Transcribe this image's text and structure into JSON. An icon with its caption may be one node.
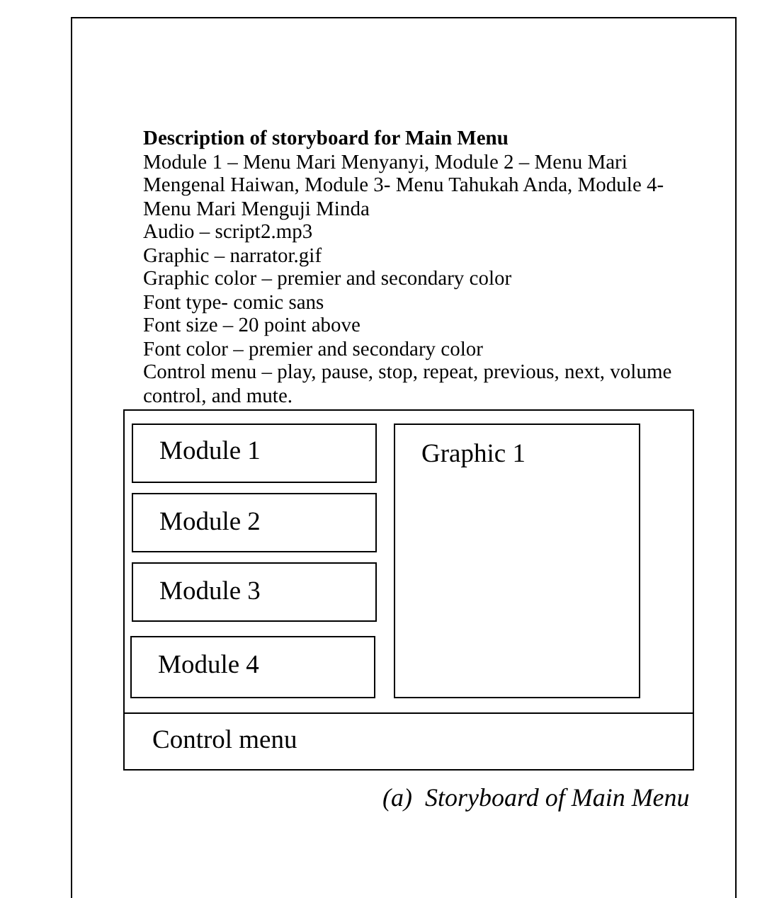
{
  "diagram": {
    "title": "Description of storyboard for Main Menu",
    "caption": "(a)  Storyboard of Main Menu",
    "nodes": [
      {
        "text": [],
        "shape": "box"
      },
      {
        "text": [
          "Module 1"
        ],
        "in": 0
      },
      {
        "text": [
          "Module 2"
        ],
        "in": 0
      },
      {
        "text": [
          "Module 3"
        ],
        "in": 0
      },
      {
        "text": [
          "Module 4"
        ],
        "in": 0
      },
      {
        "text": [
          "Graphic 1"
        ],
        "in": 0
      },
      {
        "text": [
          "Control menu"
        ],
        "in": 0
      }
    ],
    "labels": [
      "Module 1 – Menu Mari Menyanyi, Module 2 – Menu Mari Mengenal Haiwan, Module 3-  Menu Tahukah Anda, Module  4- Menu Mari Menguji Minda",
      "Audio – script2.mp3",
      "Graphic – narrator.gif",
      "Graphic color – premier and secondary color",
      "Font type- comic sans",
      "Font size – 20 point above",
      "Font color – premier and secondary color",
      "Control menu – play, pause, stop, repeat, previous, next, volume control, and mute."
    ]
  }
}
